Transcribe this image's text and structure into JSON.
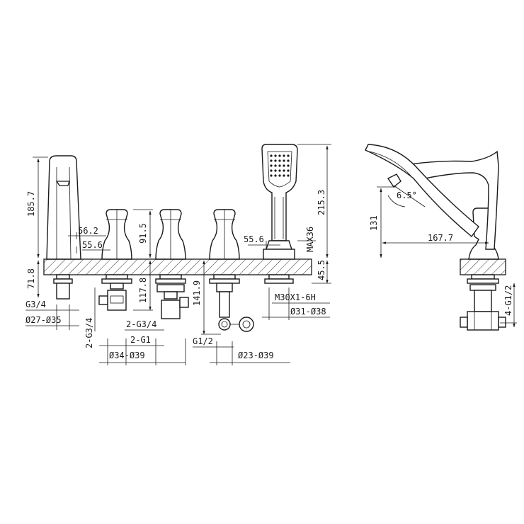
{
  "labels": {
    "spout_height": "185.7",
    "spout_reach": "56.2",
    "spout_offset": "55.6",
    "spout_shank": "71.8",
    "spout_thread": "G3/4",
    "spout_dia": "Ø27-Ø35",
    "handle_height": "91.5",
    "valve_depth": "117.8",
    "valve_thread_a": "2-G3/4",
    "valve_thread_b": "2-G1",
    "valve_thread_side": "2-G3/4",
    "valve_dia": "Ø34-Ø39",
    "diverter_depth": "141.9",
    "diverter_thread": "G1/2",
    "diverter_dia": "Ø23-Ø39",
    "shower_offset": "55.6",
    "shower_max": "MAX36",
    "shower_height": "215.3",
    "shower_base": "45.5",
    "shower_thread": "M30X1-6H",
    "shower_dia": "Ø31-Ø38",
    "side_height": "131",
    "side_angle": "6.5°",
    "side_reach": "167.7",
    "side_thread": "4-G1/2"
  },
  "colors": {
    "line": "#1a1a1a",
    "hatch": "#1a1a1a",
    "background": "#ffffff"
  }
}
